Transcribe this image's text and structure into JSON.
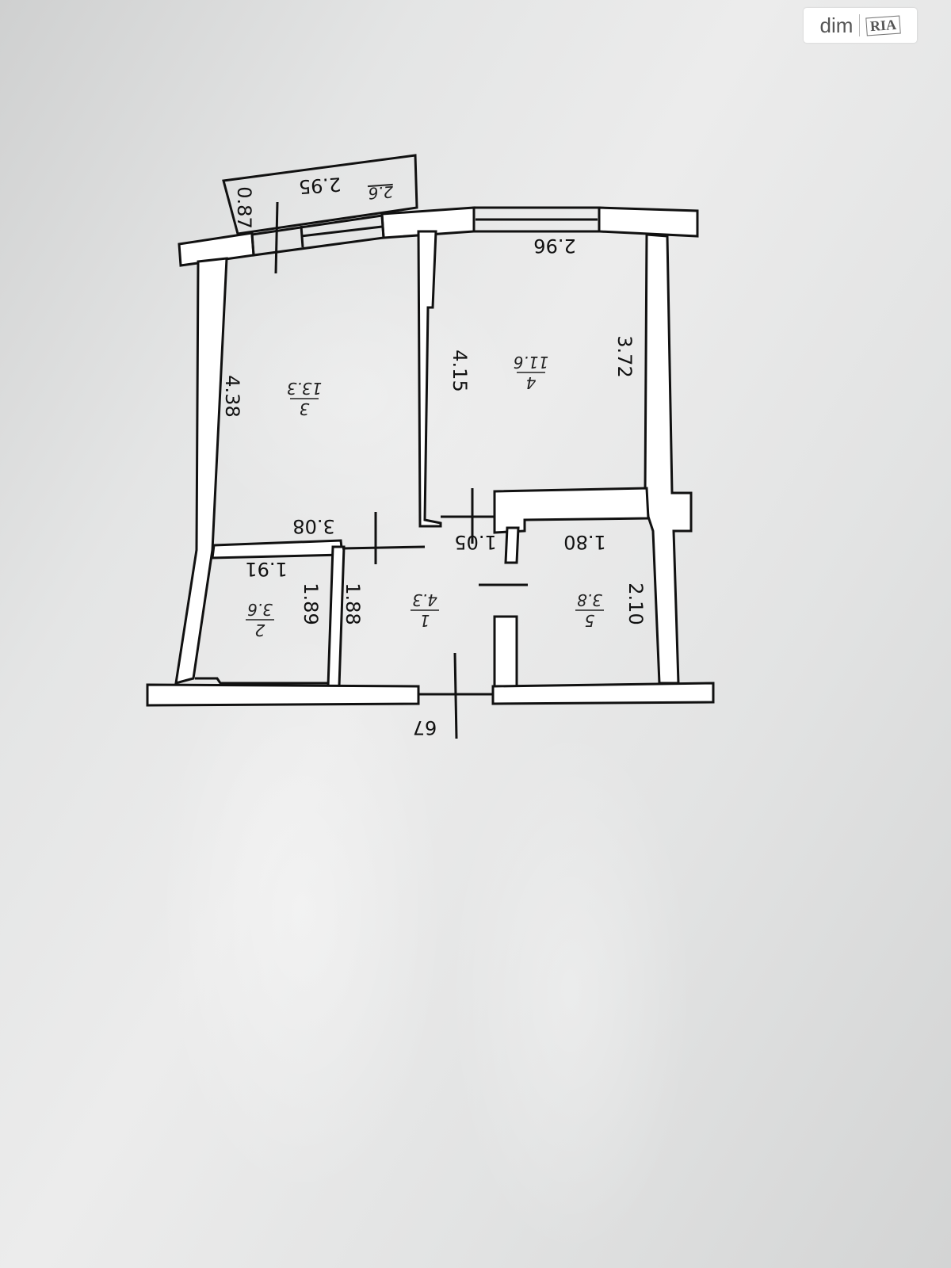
{
  "watermark": {
    "brand": "dim",
    "logo": "RIA"
  },
  "dimensions": {
    "balcony_width": "2.95",
    "balcony_width_inner": "2.6",
    "balcony_depth": "0.87",
    "room4_width": "2.96",
    "room4_depth_right": "3.72",
    "room4_depth_left": "4.15",
    "room3_depth": "4.38",
    "room3_width": "3.08",
    "corridor_width": "1.05",
    "room5_width": "1.80",
    "room5_depth": "2.10",
    "room2_width": "1.91",
    "room2_depth": "1.89",
    "corridor_depth": "1.88",
    "entrance_number": "67"
  },
  "rooms": [
    {
      "number": "3",
      "area": "13.3"
    },
    {
      "number": "4",
      "area": "11.6"
    },
    {
      "number": "1",
      "area": "4.3"
    },
    {
      "number": "2",
      "area": "3.6"
    },
    {
      "number": "5",
      "area": "3.8"
    }
  ],
  "colors": {
    "wall": "#ffffff",
    "line": "#111111",
    "paper": "#e6e7e7"
  }
}
